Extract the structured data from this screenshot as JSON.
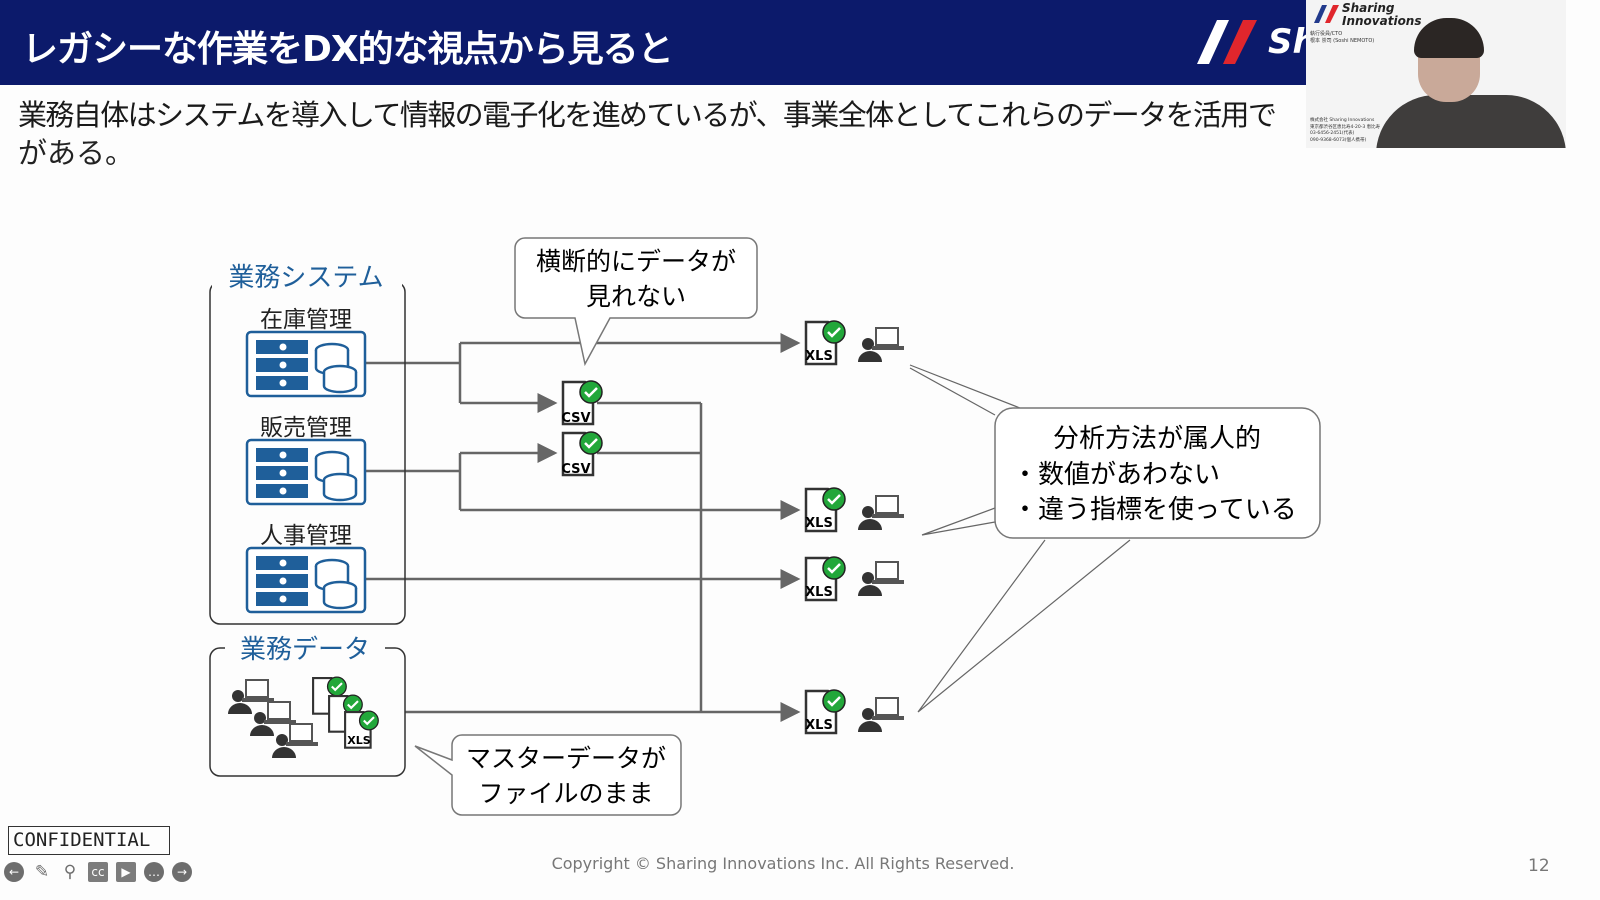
{
  "slide": {
    "title": "レガシーな作業をDX的な視点から見ると",
    "logo_text": "Sh",
    "subtitle_line1": "業務自体はシステムを導入して情報の電子化を進めているが、事業全体としてこれらのデータを活用で",
    "subtitle_line2": "がある。",
    "confidential": "CONFIDENTIAL",
    "copyright": "Copyright © Sharing Innovations Inc. All Rights Reserved.",
    "page_number": "12"
  },
  "video": {
    "brand_line1": "Sharing",
    "brand_line2": "Innovations",
    "role": "執行役員/CTO",
    "name": "根本 崇司 (Soshi NEMOTO)",
    "address": [
      "株式会社 Sharing Innovations",
      "東京都渋谷区恵比寿4-20-3 恵比寿",
      "03-6456-2451(代表)",
      "090-9368-6073(個人携帯)"
    ]
  },
  "diagram": {
    "systems_group_label": "業務システム",
    "systems": [
      "在庫管理",
      "販売管理",
      "人事管理"
    ],
    "data_group_label": "業務データ",
    "csv_label": "CSV",
    "xls_label": "XLS",
    "callout_top": [
      "横断的にデータが",
      "見れない"
    ],
    "callout_bottom": [
      "マスターデータが",
      "ファイルのまま"
    ],
    "callout_right": [
      "分析方法が属人的",
      "・数値があわない",
      "・違う指標を使っている"
    ],
    "colors": {
      "server": "#1f5f9a",
      "check": "#22a73a",
      "line": "#666666",
      "title_bar": "#0c1a6b"
    }
  },
  "controls": [
    "previous-icon",
    "pen-icon",
    "zoom-icon",
    "captions-icon",
    "video-icon",
    "more-icon",
    "next-icon"
  ]
}
